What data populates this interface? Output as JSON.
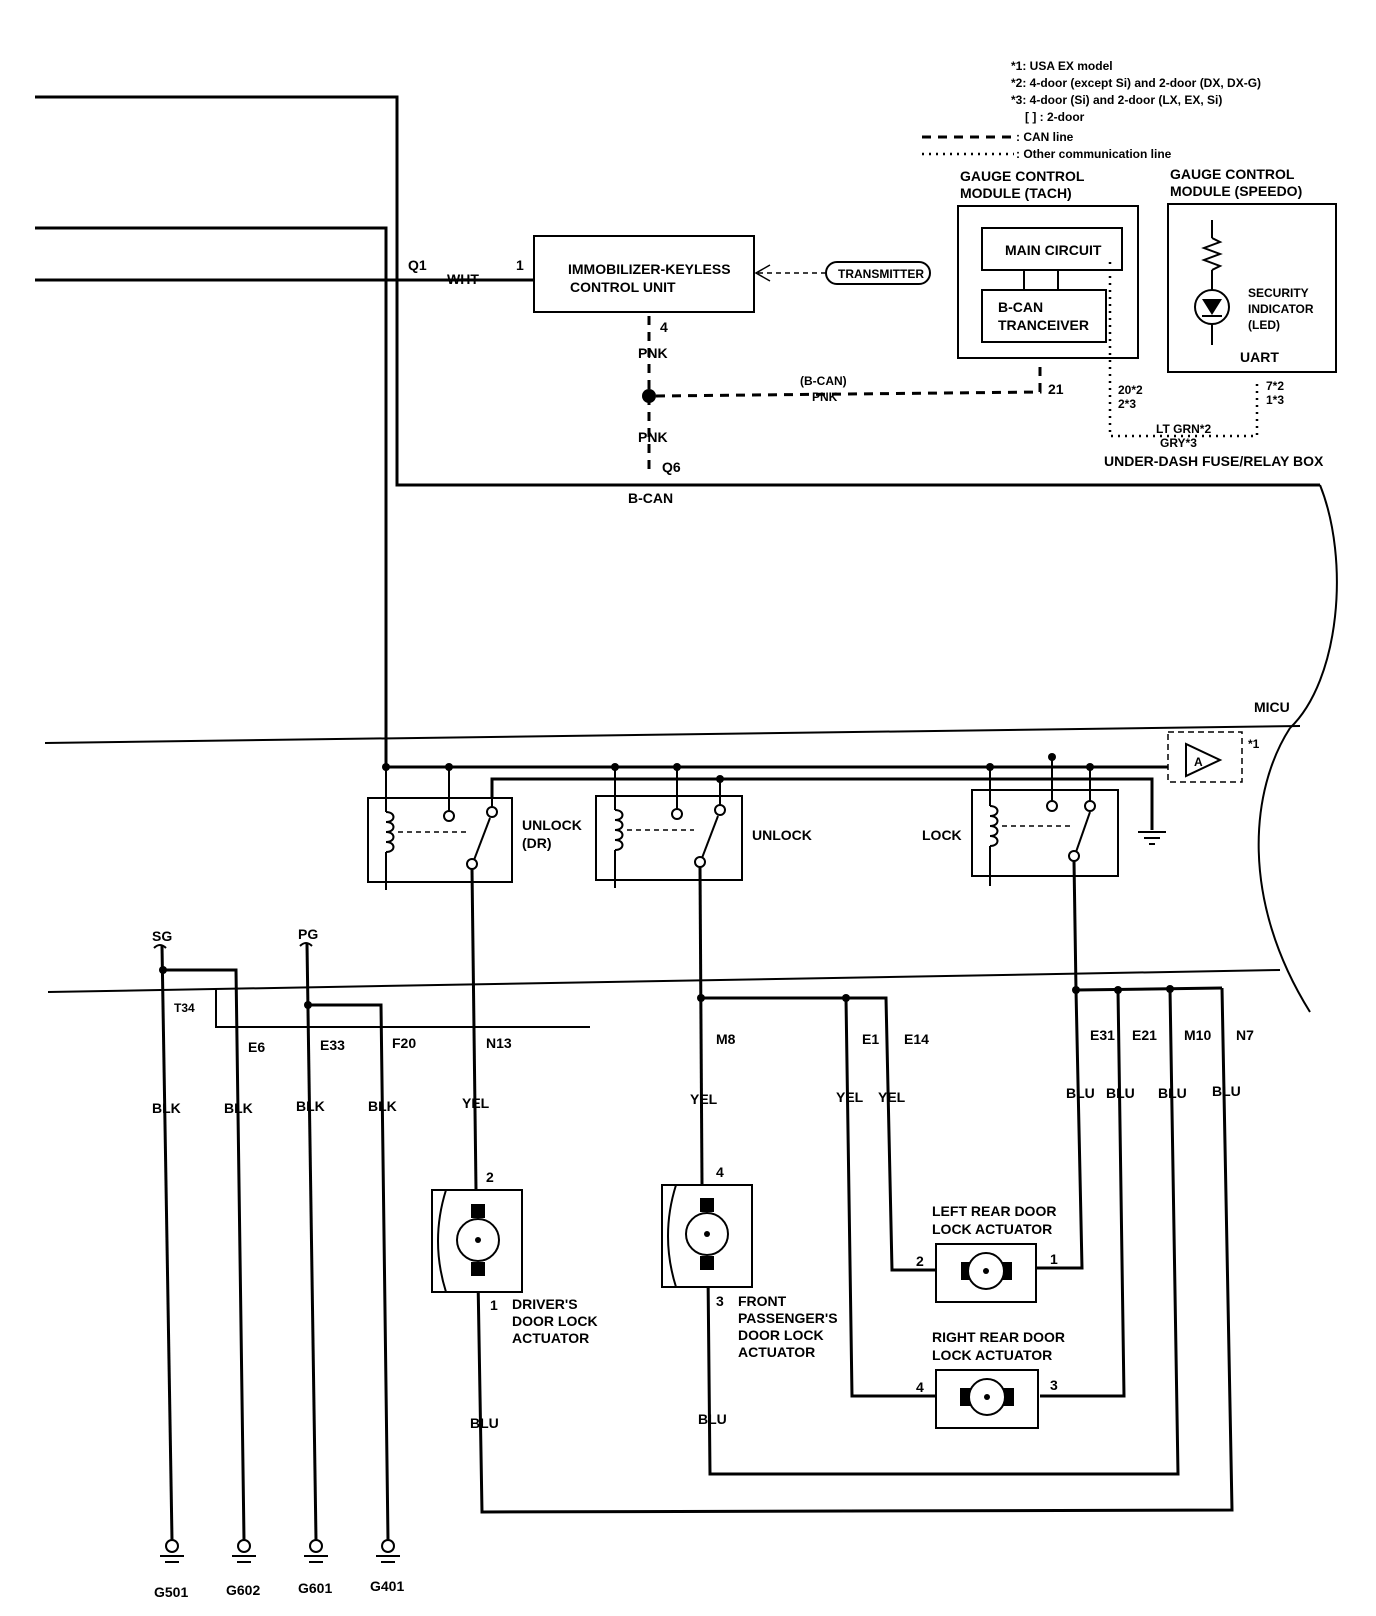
{
  "legend": {
    "note1": "*1: USA EX model",
    "note2": "*2: 4-door (except Si) and 2-door (DX, DX-G)",
    "note3": "*3: 4-door (Si) and 2-door (LX, EX, Si)",
    "note4": "[ ] : 2-door",
    "can_line": ": CAN line",
    "other_line": ": Other communication line"
  },
  "modules": {
    "immobilizer": [
      "IMMOBILIZER-KEYLESS",
      "CONTROL UNIT"
    ],
    "transmitter": "TRANSMITTER",
    "gauge_tach_title": [
      "GAUGE CONTROL",
      "MODULE (TACH)"
    ],
    "main_circuit": "MAIN CIRCUIT",
    "bcan_transceiver": [
      "B-CAN",
      "TRANCEIVER"
    ],
    "gauge_speedo_title": [
      "GAUGE CONTROL",
      "MODULE (SPEEDO)"
    ],
    "security_indicator": [
      "SECURITY",
      "INDICATOR",
      "(LED)"
    ],
    "uart": "UART",
    "under_dash": "UNDER-DASH FUSE/RELAY BOX",
    "micu": "MICU",
    "b_can": "B-CAN"
  },
  "relays": {
    "unlock_dr": [
      "UNLOCK",
      "(DR)"
    ],
    "unlock": "UNLOCK",
    "lock": "LOCK",
    "amp_note": "*1",
    "amp_label": "A"
  },
  "actuators": {
    "driver": [
      "DRIVER'S",
      "DOOR LOCK",
      "ACTUATOR"
    ],
    "front_pass": [
      "FRONT",
      "PASSENGER'S",
      "DOOR LOCK",
      "ACTUATOR"
    ],
    "left_rear": [
      "LEFT REAR DOOR",
      "LOCK ACTUATOR"
    ],
    "right_rear": [
      "RIGHT REAR DOOR",
      "LOCK ACTUATOR"
    ]
  },
  "pins": {
    "q1": "Q1",
    "wht": "WHT",
    "p1": "1",
    "p4": "4",
    "pnk_a": "PNK",
    "bcan_pnk": [
      "(B-CAN)",
      "PNK"
    ],
    "pnk_b": "PNK",
    "q6": "Q6",
    "p21": "21",
    "p20": "20*2",
    "p2": "2*3",
    "p7": "7*2",
    "p1b": "1*3",
    "ltgrn": "LT GRN*2",
    "gry": "GRY*3",
    "sg": "SG",
    "pg": "PG",
    "t34": "T34",
    "e6": "E6",
    "e33": "E33",
    "f20": "F20",
    "n13": "N13",
    "m8": "M8",
    "e1": "E1",
    "e14": "E14",
    "e31": "E31",
    "e21": "E21",
    "m10": "M10",
    "n7": "N7",
    "blk1": "BLK",
    "blk2": "BLK",
    "blk3": "BLK",
    "blk4": "BLK",
    "yel1": "YEL",
    "yel2": "YEL",
    "yel3": "YEL",
    "yel4": "YEL",
    "blu1": "BLU",
    "blu2": "BLU",
    "blu3": "BLU",
    "blu4": "BLU",
    "blu5": "BLU",
    "blu6": "BLU",
    "d2": "2",
    "d1": "1",
    "f4": "4",
    "f3": "3",
    "lr2": "2",
    "lr1": "1",
    "rr4": "4",
    "rr3": "3"
  },
  "grounds": [
    "G501",
    "G602",
    "G601",
    "G401"
  ]
}
